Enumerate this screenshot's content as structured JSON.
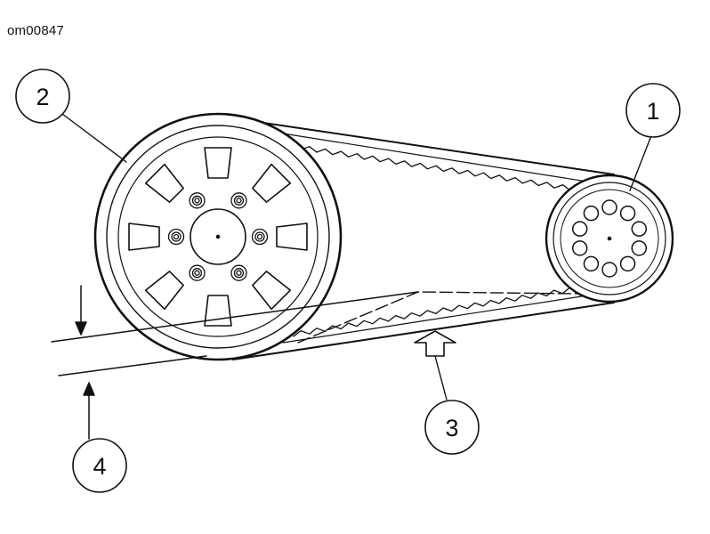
{
  "figure_id": "om00847",
  "callouts": [
    {
      "label": "1"
    },
    {
      "label": "2"
    },
    {
      "label": "3"
    },
    {
      "label": "4"
    }
  ],
  "colors": {
    "stroke": "#111111",
    "background": "#ffffff"
  }
}
